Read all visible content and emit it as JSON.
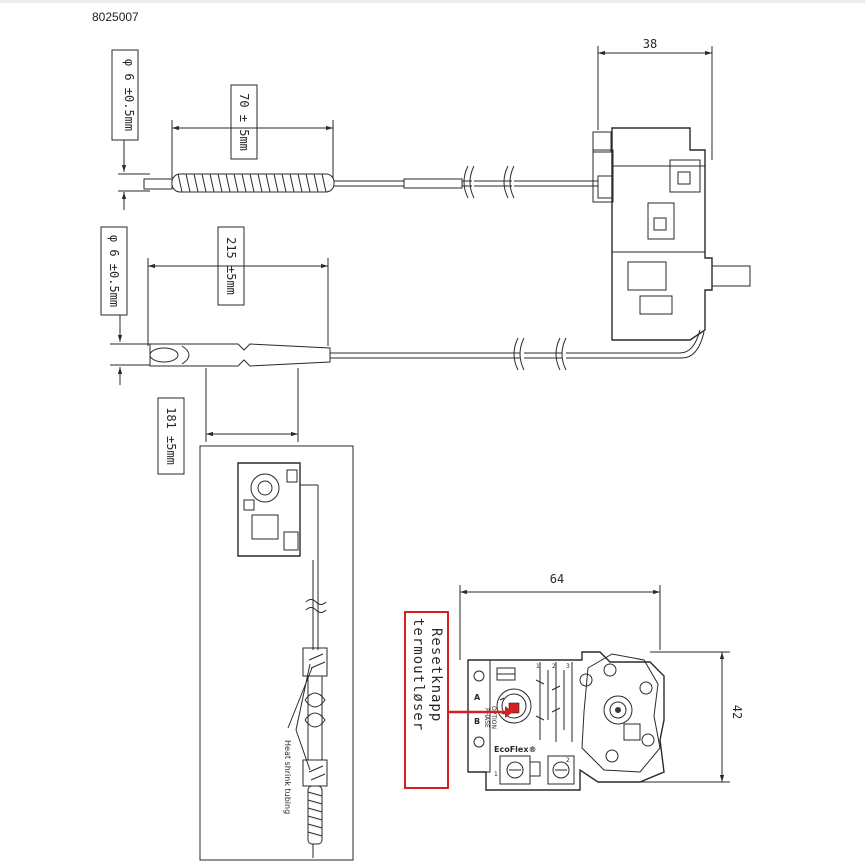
{
  "document": {
    "part_number": "8025007"
  },
  "dimensions": {
    "cable_diameter_top": "φ 6 ±0.5mm",
    "coil_length": "70 ± 5mm",
    "depth": "38",
    "probe_diameter": "φ 6 ±0.5mm",
    "probe_length": "215 ±5mm",
    "probe_offset": "181 ±5mm",
    "width": "64",
    "height": "42"
  },
  "inset": {
    "label": "Heat shrink tubing"
  },
  "front_view": {
    "label_a": "A",
    "label_b": "B",
    "label_option": "OPTION",
    "label_phase": "PHASE",
    "brand": "EcoFlex®",
    "terminal_1": "1",
    "terminal_2": "2"
  },
  "callout": {
    "line1": "Resetknapp",
    "line2": "termoutløser",
    "color": "#d42020"
  }
}
